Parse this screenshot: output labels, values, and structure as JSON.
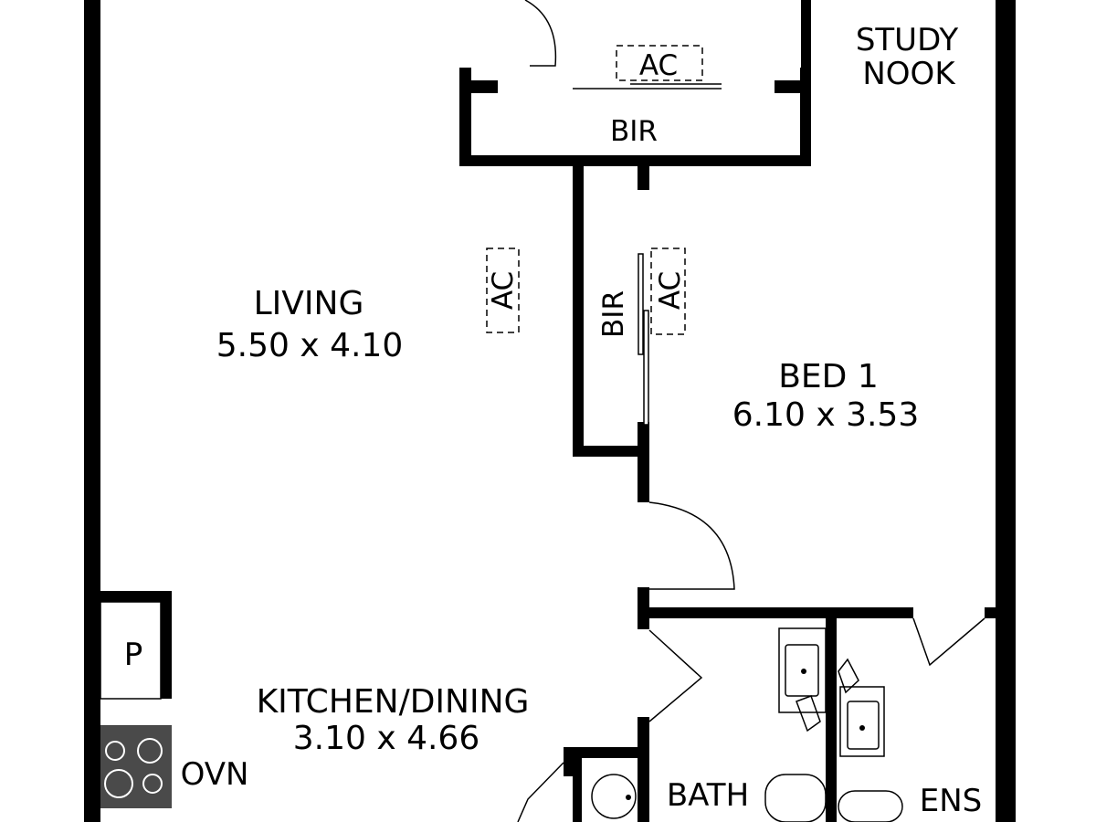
{
  "rooms": {
    "study_nook": {
      "line1": "STUDY",
      "line2": "NOOK"
    },
    "bir_top": "BIR",
    "bir_side": "BIR",
    "living": {
      "name": "LIVING",
      "size": "5.50 x 4.10"
    },
    "bed1": {
      "name": "BED 1",
      "size": "6.10 x 3.53"
    },
    "kitchen_dining": {
      "name": "KITCHEN/DINING",
      "size": "3.10 x 4.66"
    },
    "bath": "BATH",
    "ensuite": "ENS"
  },
  "fixtures": {
    "ac_top": "AC",
    "ac_living": "AC",
    "ac_bed": "AC",
    "pantry": "P",
    "oven": "OVN"
  }
}
